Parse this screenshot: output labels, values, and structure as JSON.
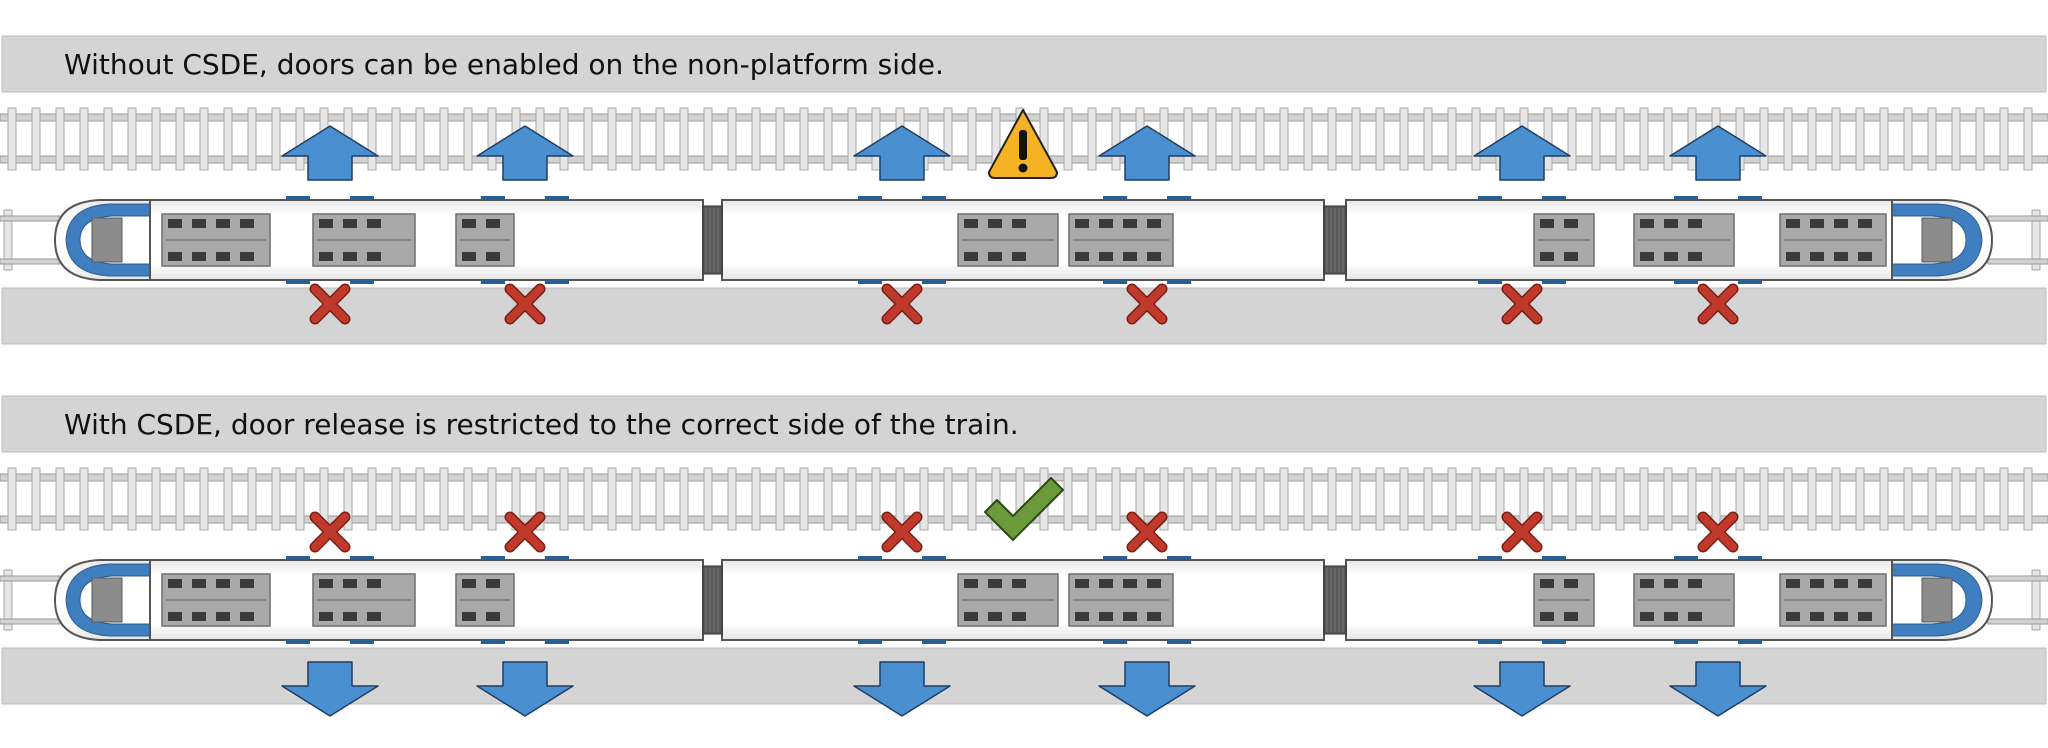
{
  "panels": [
    {
      "caption": "Without CSDE, doors can be enabled on the non-platform side.",
      "doors": [
        {
          "up": "arrow",
          "down": "cross"
        },
        {
          "up": "arrow",
          "down": "cross"
        },
        {
          "up": "arrow",
          "down": "cross"
        },
        {
          "up": "arrow",
          "down": "cross"
        },
        {
          "up": "arrow",
          "down": "cross"
        },
        {
          "up": "arrow",
          "down": "cross"
        }
      ],
      "indicator": "warning"
    },
    {
      "caption": "With CSDE, door release is restricted to the correct side of the train.",
      "doors": [
        {
          "up": "cross",
          "down": "arrow"
        },
        {
          "up": "cross",
          "down": "arrow"
        },
        {
          "up": "cross",
          "down": "arrow"
        },
        {
          "up": "cross",
          "down": "arrow"
        },
        {
          "up": "cross",
          "down": "arrow"
        },
        {
          "up": "cross",
          "down": "arrow"
        }
      ],
      "indicator": "check"
    }
  ],
  "colors": {
    "band": "#d4d4d4",
    "arrow": "#4a8fd0",
    "cross": "#c0392b",
    "warning": "#f5b324",
    "check": "#6a9a3a",
    "cab": "#3f7fbf"
  }
}
